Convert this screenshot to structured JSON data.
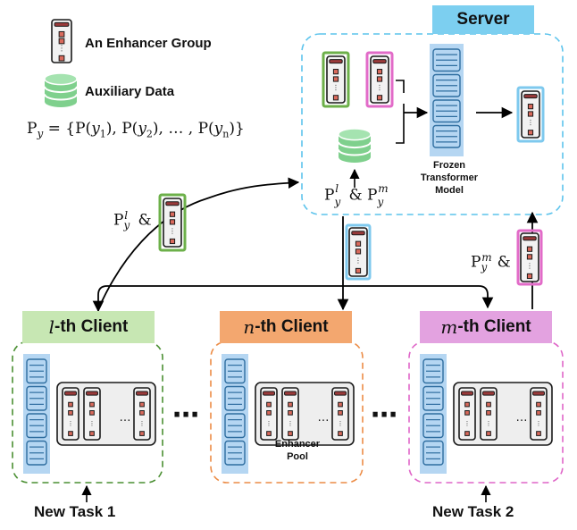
{
  "legend": {
    "group_label": "An Enhancer Group",
    "aux_label": "Auxiliary Data",
    "formula": "P_y = {P(y_1), P(y_2), …, P(y_n)}"
  },
  "server": {
    "title": "Server",
    "model_label": [
      "Frozen",
      "Transformer",
      "Model"
    ],
    "incoming_label": "P_y^l & P_y^m"
  },
  "uplinks": {
    "left_label": "P_y^l &",
    "right_label": "P_y^m&"
  },
  "clients": [
    {
      "var": "l",
      "suffix": "-th Client",
      "task": "New Task 1"
    },
    {
      "var": "n",
      "suffix": "-th Client",
      "pool": [
        "Enhancer",
        "Pool"
      ]
    },
    {
      "var": "m",
      "suffix": "-th Client",
      "task": "New Task 2"
    }
  ],
  "ellipsis": "⋯",
  "colors": {
    "server_header": "#7ccff0",
    "server_border": "#5cc3ec",
    "client_l_header": "#c7e7b3",
    "client_l_border": "#4a8f32",
    "client_n_header": "#f3a76f",
    "client_n_border": "#ec8c46",
    "client_m_header": "#e3a2e0",
    "client_m_border": "#df66c8",
    "transformer_fill": "#b5d6f2",
    "transformer_stroke": "#2f6ea0",
    "enhancer_fill": "#f2f2f2",
    "enhancer_top": "#9a3a3a",
    "enhancer_dot": "#d96a5c",
    "green_frame": "#6db04a",
    "pink_frame": "#e26bc8",
    "blue_frame": "#7ec9ee",
    "cylinder": "#7fd08d"
  }
}
